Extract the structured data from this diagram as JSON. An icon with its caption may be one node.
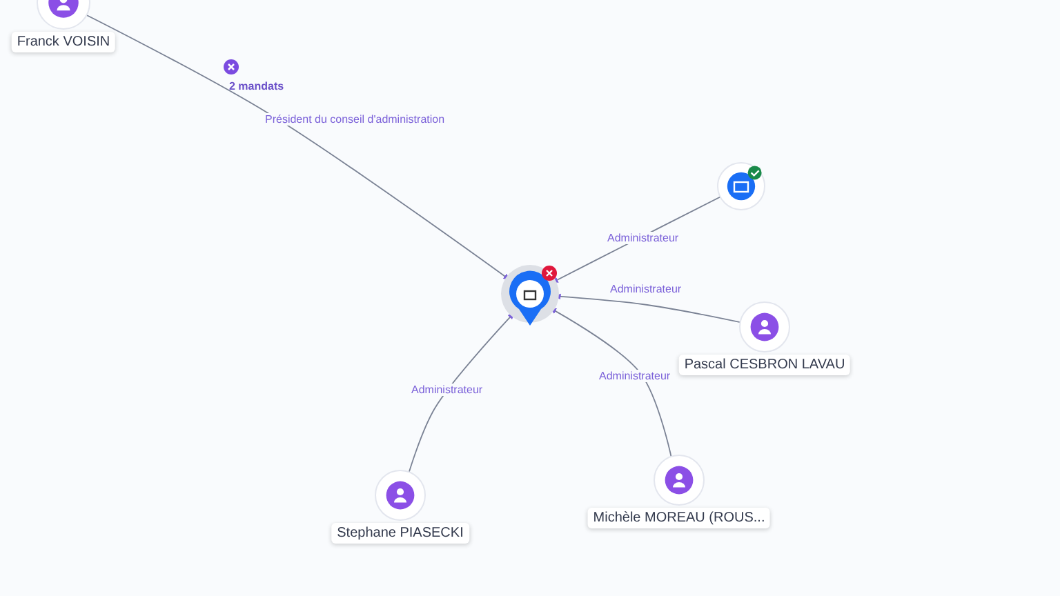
{
  "diagram": {
    "nodes": [
      {
        "text": [
          "Franck VOISIN"
        ]
      },
      {
        "text": [],
        "shape": "circle"
      },
      {
        "text": [],
        "shape": "pin"
      },
      {
        "text": [
          "Pascal CESBRON LAVAU"
        ]
      },
      {
        "text": [
          "Stephane PIASECKI"
        ]
      },
      {
        "text": [
          "Michèle MOREAU (ROUS..."
        ]
      }
    ],
    "edges": [
      {
        "from": 0,
        "to": 2,
        "arrow": "to",
        "label": "Président du conseil d'administration"
      },
      {
        "from": 1,
        "to": 2,
        "arrow": "to",
        "label": "Administrateur"
      },
      {
        "from": 3,
        "to": 2,
        "arrow": "to",
        "label": "Administrateur"
      },
      {
        "from": 4,
        "to": 2,
        "arrow": "to",
        "label": "Administrateur"
      },
      {
        "from": 5,
        "to": 2,
        "arrow": "to",
        "label": "Administrateur"
      }
    ],
    "labels": [
      "2 mandats"
    ]
  }
}
